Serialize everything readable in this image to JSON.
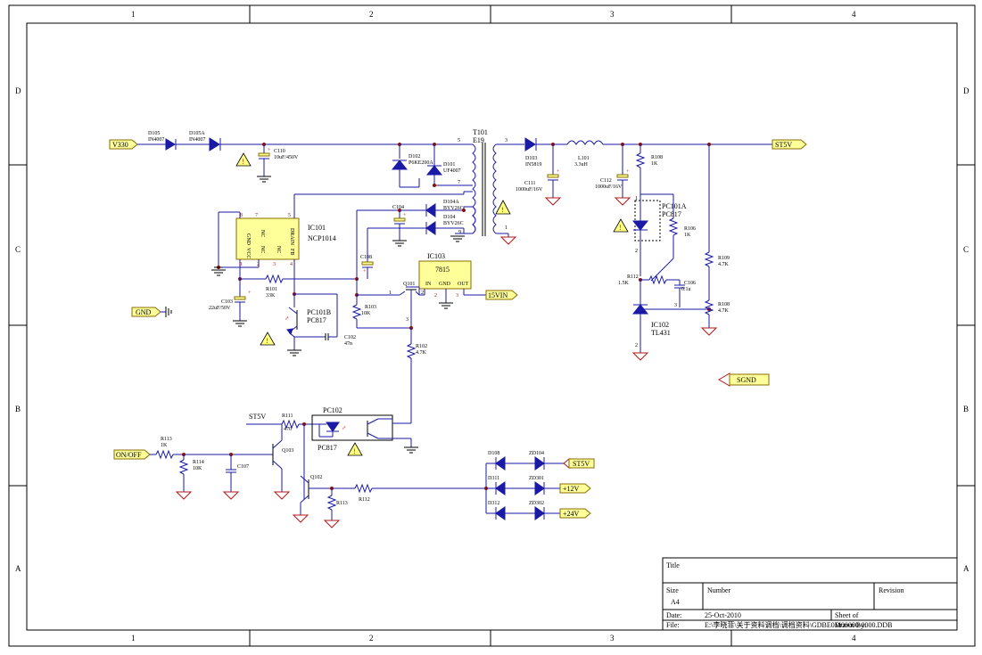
{
  "frame": {
    "columns": [
      "1",
      "2",
      "3",
      "4"
    ],
    "rows": [
      "D",
      "C",
      "B",
      "A"
    ]
  },
  "ports": {
    "v330": "V330",
    "st5v_out": "ST5V",
    "gnd": "GND",
    "sgnd": "SGND",
    "v15": "15VIN",
    "onoff": "ON/OFF",
    "st5v_in": "ST5V",
    "st5v_bus": "ST5V",
    "v12": "+12V",
    "v24": "+24V"
  },
  "components": {
    "d105": {
      "ref": "D105",
      "value": "IN4007"
    },
    "d105a": {
      "ref": "D105A",
      "value": "IN4007"
    },
    "c110": {
      "ref": "C110",
      "value": "10uF/450V"
    },
    "d102": {
      "ref": "D102",
      "value": "P6KE200A"
    },
    "d101": {
      "ref": "D101",
      "value": "UF4007"
    },
    "t101": {
      "ref": "T101",
      "value": "E19"
    },
    "d103": {
      "ref": "D103",
      "value": "IN5819"
    },
    "l101": {
      "ref": "L101",
      "value": "3.3uH"
    },
    "c111": {
      "ref": "C111",
      "value": "1000uF/16V"
    },
    "c112": {
      "ref": "C112",
      "value": "1000uF/16V"
    },
    "r108a": {
      "ref": "R108",
      "value": "1K"
    },
    "ic101": {
      "ref": "IC101",
      "value": "NCP1014"
    },
    "ic101pins": {
      "gnd": "GND",
      "nc1": "NC",
      "nc2": "NC",
      "nc3": "NC",
      "vcc": "VCC",
      "fb": "FB",
      "drain": "DRAIN",
      "p8": "8",
      "p7": "7",
      "p1": "1",
      "p2": "2",
      "p3": "3",
      "p4": "4",
      "p5": "5"
    },
    "c104": {
      "ref": "C104",
      "value": ""
    },
    "d104a": {
      "ref": "D104A",
      "value": "BYV26C"
    },
    "d104": {
      "ref": "D104",
      "value": "BYV26C"
    },
    "c108": {
      "ref": "C108",
      "value": ""
    },
    "ic103": {
      "ref": "IC103",
      "value": "7815",
      "in": "IN",
      "gnd": "GND",
      "out": "OUT",
      "p1": "1",
      "p2": "2",
      "p3": "3"
    },
    "pc101a": {
      "ref": "PC101A",
      "value": "PC817"
    },
    "r106": {
      "ref": "R106",
      "value": "1K"
    },
    "r109": {
      "ref": "R109",
      "value": "4.7K"
    },
    "r112a": {
      "ref": "R112",
      "value": "1.5K"
    },
    "c106": {
      "ref": "C106",
      "value": "0.1u"
    },
    "r108b": {
      "ref": "R108",
      "value": "4.7K"
    },
    "ic102": {
      "ref": "IC102",
      "value": "TL431"
    },
    "c103": {
      "ref": "C103",
      "value": "22uF/50V"
    },
    "r101": {
      "ref": "R101",
      "value": "33K"
    },
    "pc101b": {
      "ref": "PC101B",
      "value": "PC817"
    },
    "c102": {
      "ref": "C102",
      "value": "47n"
    },
    "r103": {
      "ref": "R103",
      "value": "10K"
    },
    "q101": {
      "ref": "Q101",
      "value": ""
    },
    "r102": {
      "ref": "R102",
      "value": "4.7K"
    },
    "r111": {
      "ref": "R111",
      "value": "470"
    },
    "pc102": {
      "ref": "PC102",
      "value": "PC817"
    },
    "r113a": {
      "ref": "R113",
      "value": "1K"
    },
    "r114": {
      "ref": "R114",
      "value": "10K"
    },
    "c107": {
      "ref": "C107",
      "value": ""
    },
    "q103": {
      "ref": "Q103",
      "value": ""
    },
    "q102": {
      "ref": "Q102",
      "value": ""
    },
    "r113b": {
      "ref": "R113",
      "value": ""
    },
    "r112b": {
      "ref": "R112",
      "value": ""
    },
    "d108": {
      "ref": "D108",
      "value": ""
    },
    "d311": {
      "ref": "D311",
      "value": ""
    },
    "d312": {
      "ref": "D312",
      "value": ""
    },
    "zd104": {
      "ref": "ZD104",
      "value": ""
    },
    "zd301": {
      "ref": "ZD301",
      "value": ""
    },
    "zd302": {
      "ref": "ZD302",
      "value": ""
    }
  },
  "pins": {
    "t5": "5",
    "t7": "7",
    "t3": "3",
    "t1": "1",
    "t9": "9",
    "q1": "1",
    "q2": "2",
    "q3": "3",
    "pa2": "2",
    "pa1": "1",
    "ic2": "2",
    "ic3": "3"
  },
  "title_block": {
    "title_label": "Title",
    "size_label": "Size",
    "size_value": "A4",
    "number_label": "Number",
    "revision_label": "Revision",
    "date_label": "Date:",
    "date_value": "25-Oct-2010",
    "sheet_label": "Sheet  of",
    "file_label": "File:",
    "file_value": "E:\\李晓菲\\关于资料调档\\调档资料\\GDBE0M00000-0000.DDB",
    "drawn_label": "Drawn By:"
  }
}
